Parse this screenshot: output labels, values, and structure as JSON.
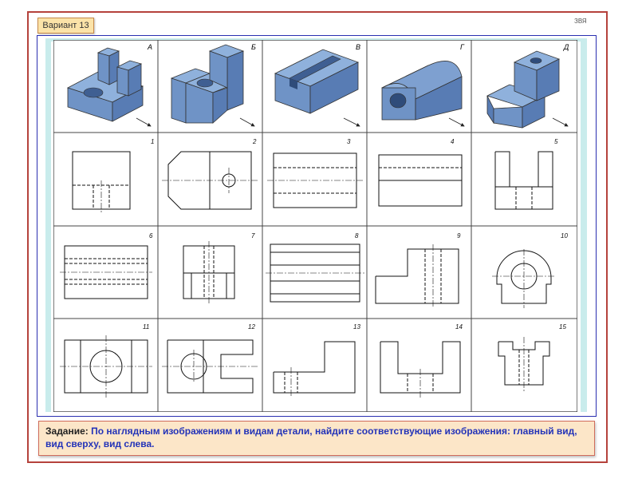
{
  "variant_label": "Вариант 13",
  "corner_tag": "ЗВЯ",
  "pictorials": [
    {
      "letter": "А",
      "shape": "block-with-slot-and-hole"
    },
    {
      "letter": "Б",
      "shape": "l-block-with-hole"
    },
    {
      "letter": "В",
      "shape": "grooved-bar"
    },
    {
      "letter": "Г",
      "shape": "cylinder-with-bore"
    },
    {
      "letter": "Д",
      "shape": "step-block-with-hole"
    }
  ],
  "views": [
    "1",
    "2",
    "3",
    "4",
    "5",
    "6",
    "7",
    "8",
    "9",
    "10",
    "11",
    "12",
    "13",
    "14",
    "15"
  ],
  "task": {
    "label": "Задание:",
    "text": "По наглядным изображениям и видам детали, найдите соответствующие изображения: главный вид, вид сверху, вид слева."
  },
  "colors": {
    "frame": "#b5423c",
    "inner_border": "#2a2fb0",
    "teal": "#c9ecec",
    "solid_fill": "#6f93c6",
    "task_bg": "#fce6c8",
    "task_text": "#2333b8"
  }
}
